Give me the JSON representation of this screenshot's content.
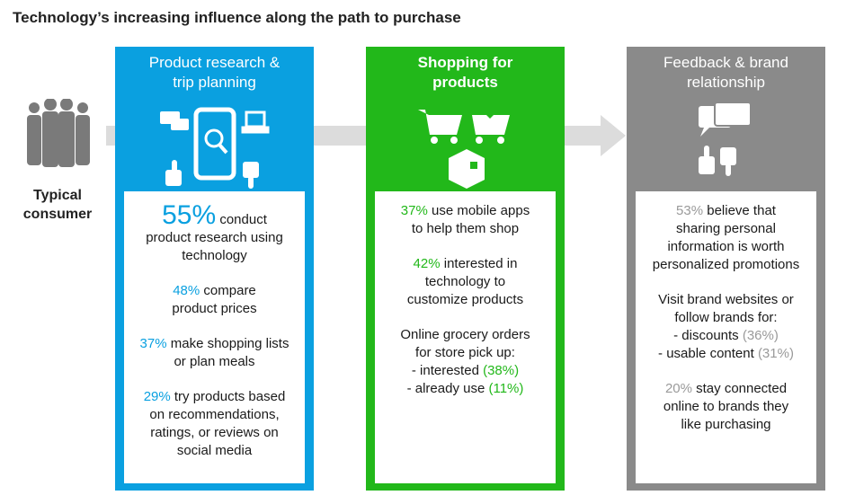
{
  "title": "Technology’s increasing influence along the path to purchase",
  "consumer": {
    "label_lines": [
      "Typical",
      "consumer"
    ],
    "icon": "people-group-icon"
  },
  "colors": {
    "blue": "#0aa0e0",
    "green": "#22b81a",
    "gray": "#8a8a8a",
    "band": "#dcdcdc",
    "gray_hl": "#9a9a9a"
  },
  "panels": [
    {
      "key": "research",
      "color": "#0aa0e0",
      "hl_color": "#0aa0e0",
      "heading_lines": [
        "Product research &",
        "trip planning"
      ],
      "icons": [
        "chat-bubbles-icon",
        "smartphone-search-icon",
        "laptop-icon",
        "thumbs-up-icon",
        "thumbs-down-icon"
      ],
      "paragraphs": [
        {
          "lines": [
            [
              {
                "t": "55%",
                "hl": true,
                "big": true
              },
              {
                "t": " conduct"
              }
            ],
            [
              {
                "t": "product research using"
              }
            ],
            [
              {
                "t": "technology"
              }
            ]
          ]
        },
        {
          "lines": [
            [
              {
                "t": "48%",
                "hl": true
              },
              {
                "t": " compare"
              }
            ],
            [
              {
                "t": "product prices"
              }
            ]
          ]
        },
        {
          "lines": [
            [
              {
                "t": "37%",
                "hl": true
              },
              {
                "t": " make shopping lists"
              }
            ],
            [
              {
                "t": "or plan meals"
              }
            ]
          ]
        },
        {
          "lines": [
            [
              {
                "t": "29%",
                "hl": true
              },
              {
                "t": " try products based"
              }
            ],
            [
              {
                "t": "on recommendations,"
              }
            ],
            [
              {
                "t": "ratings, or reviews on"
              }
            ],
            [
              {
                "t": "social media"
              }
            ]
          ]
        }
      ]
    },
    {
      "key": "shopping",
      "color": "#22b81a",
      "hl_color": "#22b81a",
      "heading_lines": [
        "Shopping for",
        "products"
      ],
      "icons": [
        "shopping-cart-icon",
        "cart-download-icon",
        "package-box-icon"
      ],
      "paragraphs": [
        {
          "lines": [
            [
              {
                "t": "37%",
                "hl": true
              },
              {
                "t": " use mobile apps"
              }
            ],
            [
              {
                "t": "to help them shop"
              }
            ]
          ]
        },
        {
          "lines": [
            [
              {
                "t": "42%",
                "hl": true
              },
              {
                "t": " interested in"
              }
            ],
            [
              {
                "t": "technology to"
              }
            ],
            [
              {
                "t": "customize products"
              }
            ]
          ]
        },
        {
          "lines": [
            [
              {
                "t": "Online grocery orders"
              }
            ],
            [
              {
                "t": "for store pick up:"
              }
            ],
            [
              {
                "t": "- interested "
              },
              {
                "t": "(38%)",
                "hl": true
              }
            ],
            [
              {
                "t": "- already use "
              },
              {
                "t": "(11%)",
                "hl": true
              }
            ]
          ]
        }
      ]
    },
    {
      "key": "feedback",
      "color": "#8a8a8a",
      "hl_color": "#9a9a9a",
      "heading_lines": [
        "Feedback & brand",
        "relationship"
      ],
      "icons": [
        "chat-bubbles-icon",
        "thumbs-up-down-icon"
      ],
      "paragraphs": [
        {
          "lines": [
            [
              {
                "t": "53%",
                "hl": true
              },
              {
                "t": " believe that"
              }
            ],
            [
              {
                "t": "sharing personal"
              }
            ],
            [
              {
                "t": "information is worth"
              }
            ],
            [
              {
                "t": "personalized promotions"
              }
            ]
          ]
        },
        {
          "lines": [
            [
              {
                "t": "Visit brand websites or"
              }
            ],
            [
              {
                "t": "follow brands for:"
              }
            ],
            [
              {
                "t": "- discounts "
              },
              {
                "t": "(36%)",
                "hl": true
              }
            ],
            [
              {
                "t": "- usable content "
              },
              {
                "t": "(31%)",
                "hl": true
              }
            ]
          ]
        },
        {
          "lines": [
            [
              {
                "t": "20%",
                "hl": true
              },
              {
                "t": " stay connected"
              }
            ],
            [
              {
                "t": "online to brands they"
              }
            ],
            [
              {
                "t": "like purchasing"
              }
            ]
          ]
        }
      ]
    }
  ]
}
